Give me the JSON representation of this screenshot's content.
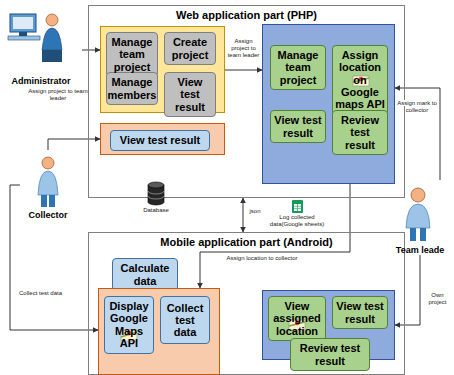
{
  "diagram": {
    "nodes": [
      {
        "text": [
          "Web application part (PHP)"
        ]
      },
      {
        "text": [],
        "in": 0
      },
      {
        "text": [
          "Manage team project"
        ],
        "in": 1
      },
      {
        "text": [
          "Create project"
        ],
        "in": 1
      },
      {
        "text": [
          "Manage members"
        ],
        "in": 1
      },
      {
        "text": [
          "View test result"
        ],
        "in": 1
      },
      {
        "text": [],
        "in": 0
      },
      {
        "text": [
          "View test result"
        ],
        "in": 6
      },
      {
        "text": [],
        "in": 0
      },
      {
        "text": [
          "Manage team project"
        ],
        "in": 8
      },
      {
        "text": [
          "Assign location on Google maps API"
        ],
        "in": 8
      },
      {
        "text": [
          "View test result"
        ],
        "in": 8
      },
      {
        "text": [
          "Review test result"
        ],
        "in": 8
      },
      {
        "text": [
          "Mobile application part (Android)"
        ]
      },
      {
        "text": [
          "Calculate data"
        ],
        "in": 13
      },
      {
        "text": [],
        "in": 13
      },
      {
        "text": [
          "Display Google Maps API"
        ],
        "in": 15
      },
      {
        "text": [
          "Collect test data"
        ],
        "in": 15
      },
      {
        "text": [],
        "in": 13
      },
      {
        "text": [
          "View assigned location"
        ],
        "in": 18
      },
      {
        "text": [
          "View test result"
        ],
        "in": 18
      },
      {
        "text": [
          "Review test result"
        ],
        "in": 18
      },
      {
        "text": [
          "Administrator"
        ]
      },
      {
        "text": [
          "Collector"
        ]
      },
      {
        "text": [
          "Team leade"
        ]
      }
    ],
    "edges": [
      {
        "from": 22,
        "to": 1,
        "label": "Assign project to team leader",
        "arrow": "to"
      },
      {
        "from": 1,
        "to": 8,
        "label": "Assign project to team leader",
        "arrow": "to"
      },
      {
        "from": 23,
        "to": 6,
        "arrow": "to"
      },
      {
        "from": 23,
        "to": 15,
        "label": "Collect test data",
        "arrow": "to"
      },
      {
        "from": 24,
        "to": 8,
        "label": "Assign mark to collector",
        "arrow": "to"
      },
      {
        "from": 24,
        "to": 18,
        "label": "Own project",
        "arrow": "to"
      },
      {
        "from": 8,
        "to": 15,
        "label": "Assign location to collector",
        "arrow": "to"
      },
      {
        "from": 0,
        "to": 13,
        "label": "json",
        "arrow": "both"
      }
    ],
    "labels": [
      "Database",
      "Log collected data(Google sheets)"
    ]
  }
}
